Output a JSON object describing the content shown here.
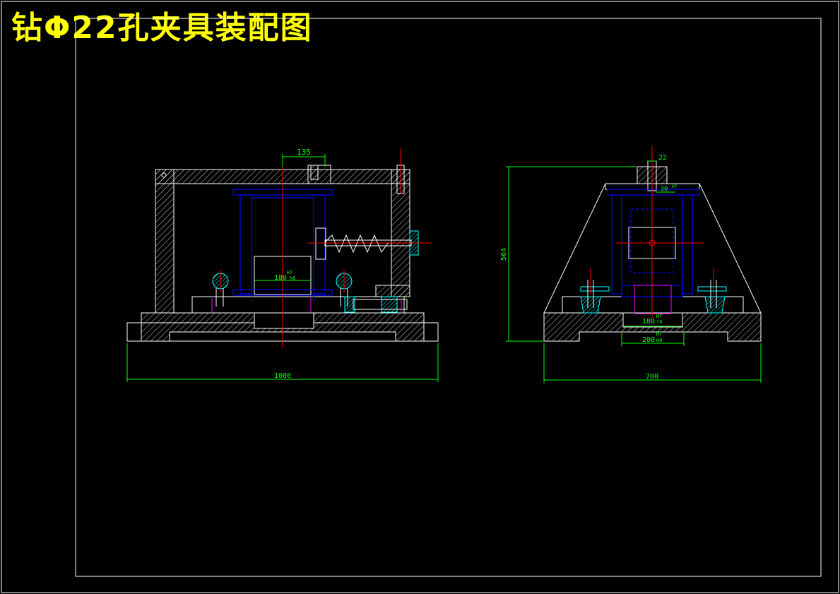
{
  "title": "钻Φ22孔夹具装配图",
  "colors": {
    "background": "#000000",
    "title": "#ffff00",
    "outline": "#ffffff",
    "dimension": "#00ff00",
    "centerline": "#ff0000",
    "part": "#0000ff",
    "accent": "#00ffff",
    "highlight": "#ff00ff"
  },
  "front_view": {
    "dim_top": "135",
    "fit_upper": "H7",
    "fit_value": "180",
    "fit_lower": "h6",
    "dim_overall": "1000"
  },
  "side_view": {
    "dim_top": "22",
    "dim_pin": "30",
    "dim_pin_fit": "H7",
    "dim_height": "564",
    "fit1_upper": "H7",
    "fit1_value": "180",
    "fit1_lower": "f6",
    "fit2_upper": "H7",
    "fit2_value": "200",
    "fit2_lower": "m6",
    "dim_overall": "700"
  }
}
